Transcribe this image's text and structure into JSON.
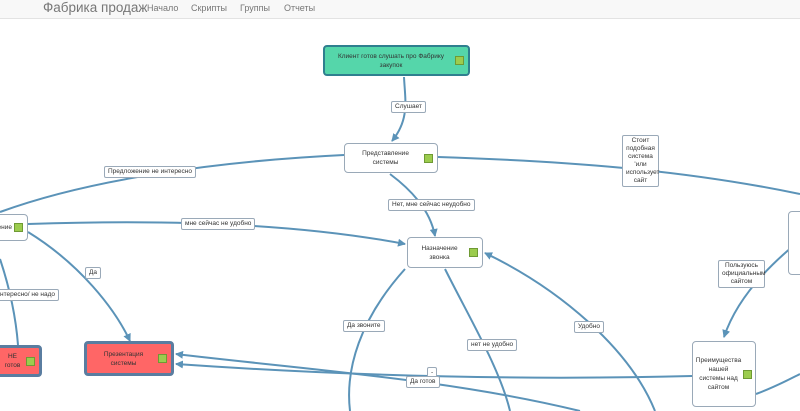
{
  "navbar": {
    "brand": "Фабрика продаж",
    "links": [
      "Начало",
      "Скрипты",
      "Группы",
      "Отчеты"
    ]
  },
  "nodes": {
    "start": "Клиент готов слушать про Фабрику закупок",
    "presentation_system": "Представление системы",
    "left_partial": "ление",
    "call_appointment": "Назначение звонка",
    "presentation_final": "Презентация системы",
    "not_ready": "НЕ готов",
    "advantages": "Преимущества нашей системы над сайтом",
    "right_partial": ""
  },
  "edge_labels": {
    "listens": "Слушает",
    "not_interesting": "Предложение не интересно",
    "now_inconvenient": "Нет, мне сейчас неудобно",
    "now_inconvenient2": "мне сейчас не удобно",
    "yes": "Да",
    "not_interesting2": "нтересно/ не надо",
    "call_back": "Да звоните",
    "convenient": "Удобно",
    "not_convenient": "нет не удобно",
    "yes_ready": "Да готов",
    "stands_info": "Стоит подобная система 'или использует сайт",
    "uses_official": "Пользуюсь официальным сайтом",
    "dash": "-"
  },
  "colors": {
    "start_fill": "#55d6aa",
    "end_fill": "#ff6666",
    "edge": "#5b93b8",
    "checkbox": "#9ccc4e"
  }
}
